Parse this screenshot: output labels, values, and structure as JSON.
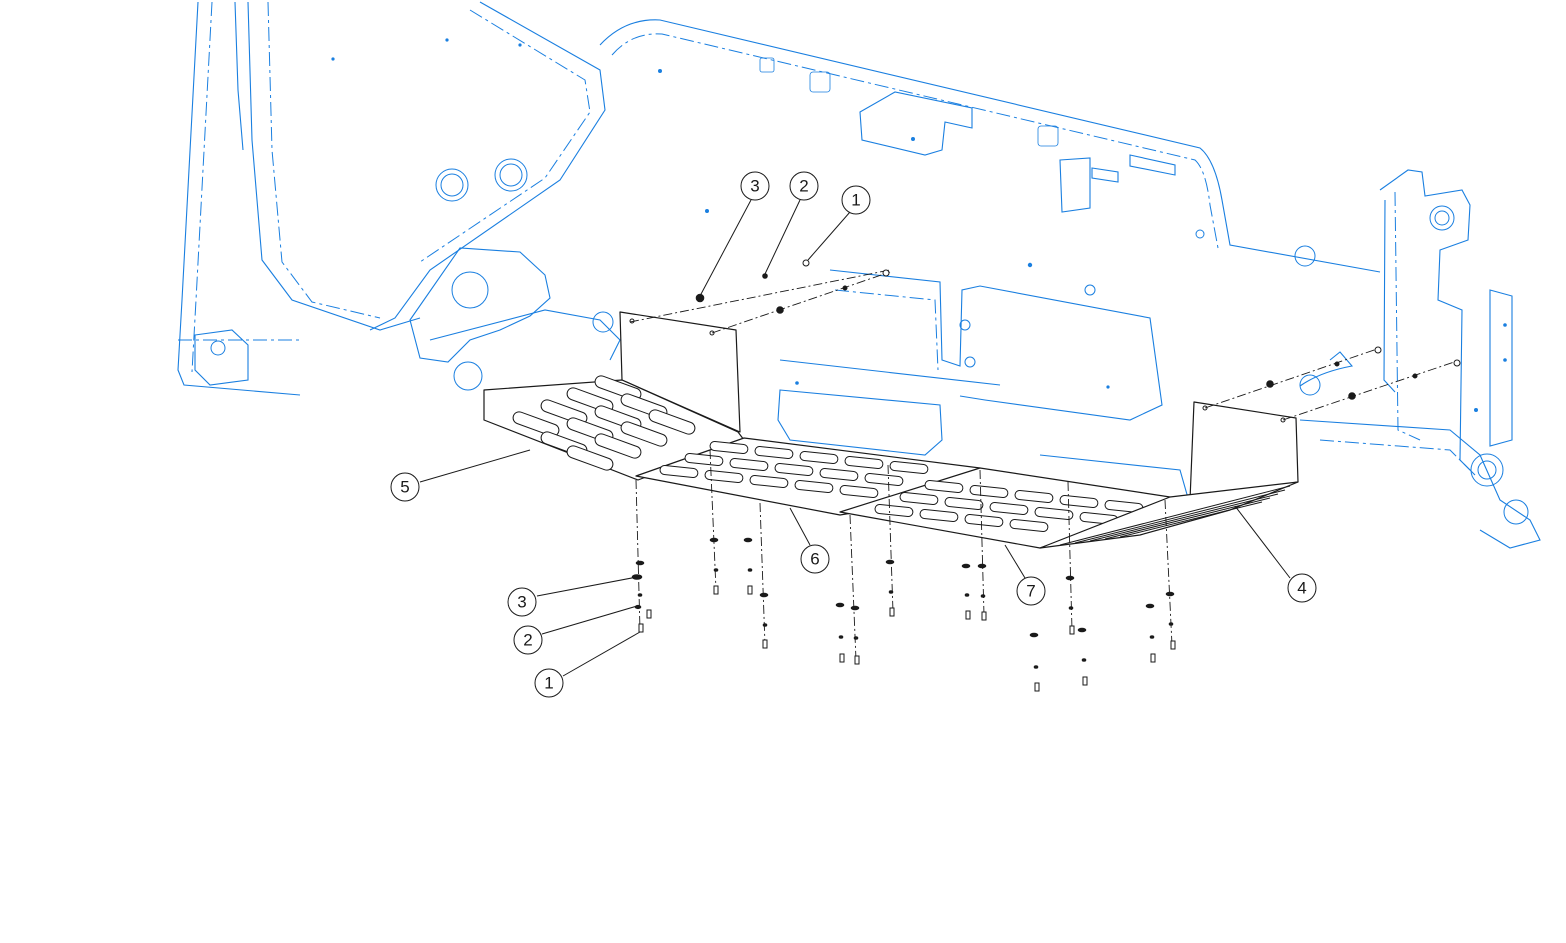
{
  "colors": {
    "frame": "#1a7fe0",
    "part": "#1a1a1a",
    "background": "#ffffff"
  },
  "callouts": {
    "top": [
      {
        "id": "top-3",
        "label": "3"
      },
      {
        "id": "top-2",
        "label": "2"
      },
      {
        "id": "top-1",
        "label": "1"
      }
    ],
    "left": [
      {
        "id": "left-3",
        "label": "3"
      },
      {
        "id": "left-2",
        "label": "2"
      },
      {
        "id": "left-1",
        "label": "1"
      }
    ],
    "parts": [
      {
        "id": "part-5",
        "label": "5"
      },
      {
        "id": "part-6",
        "label": "6"
      },
      {
        "id": "part-7",
        "label": "7"
      },
      {
        "id": "part-4",
        "label": "4"
      }
    ]
  }
}
